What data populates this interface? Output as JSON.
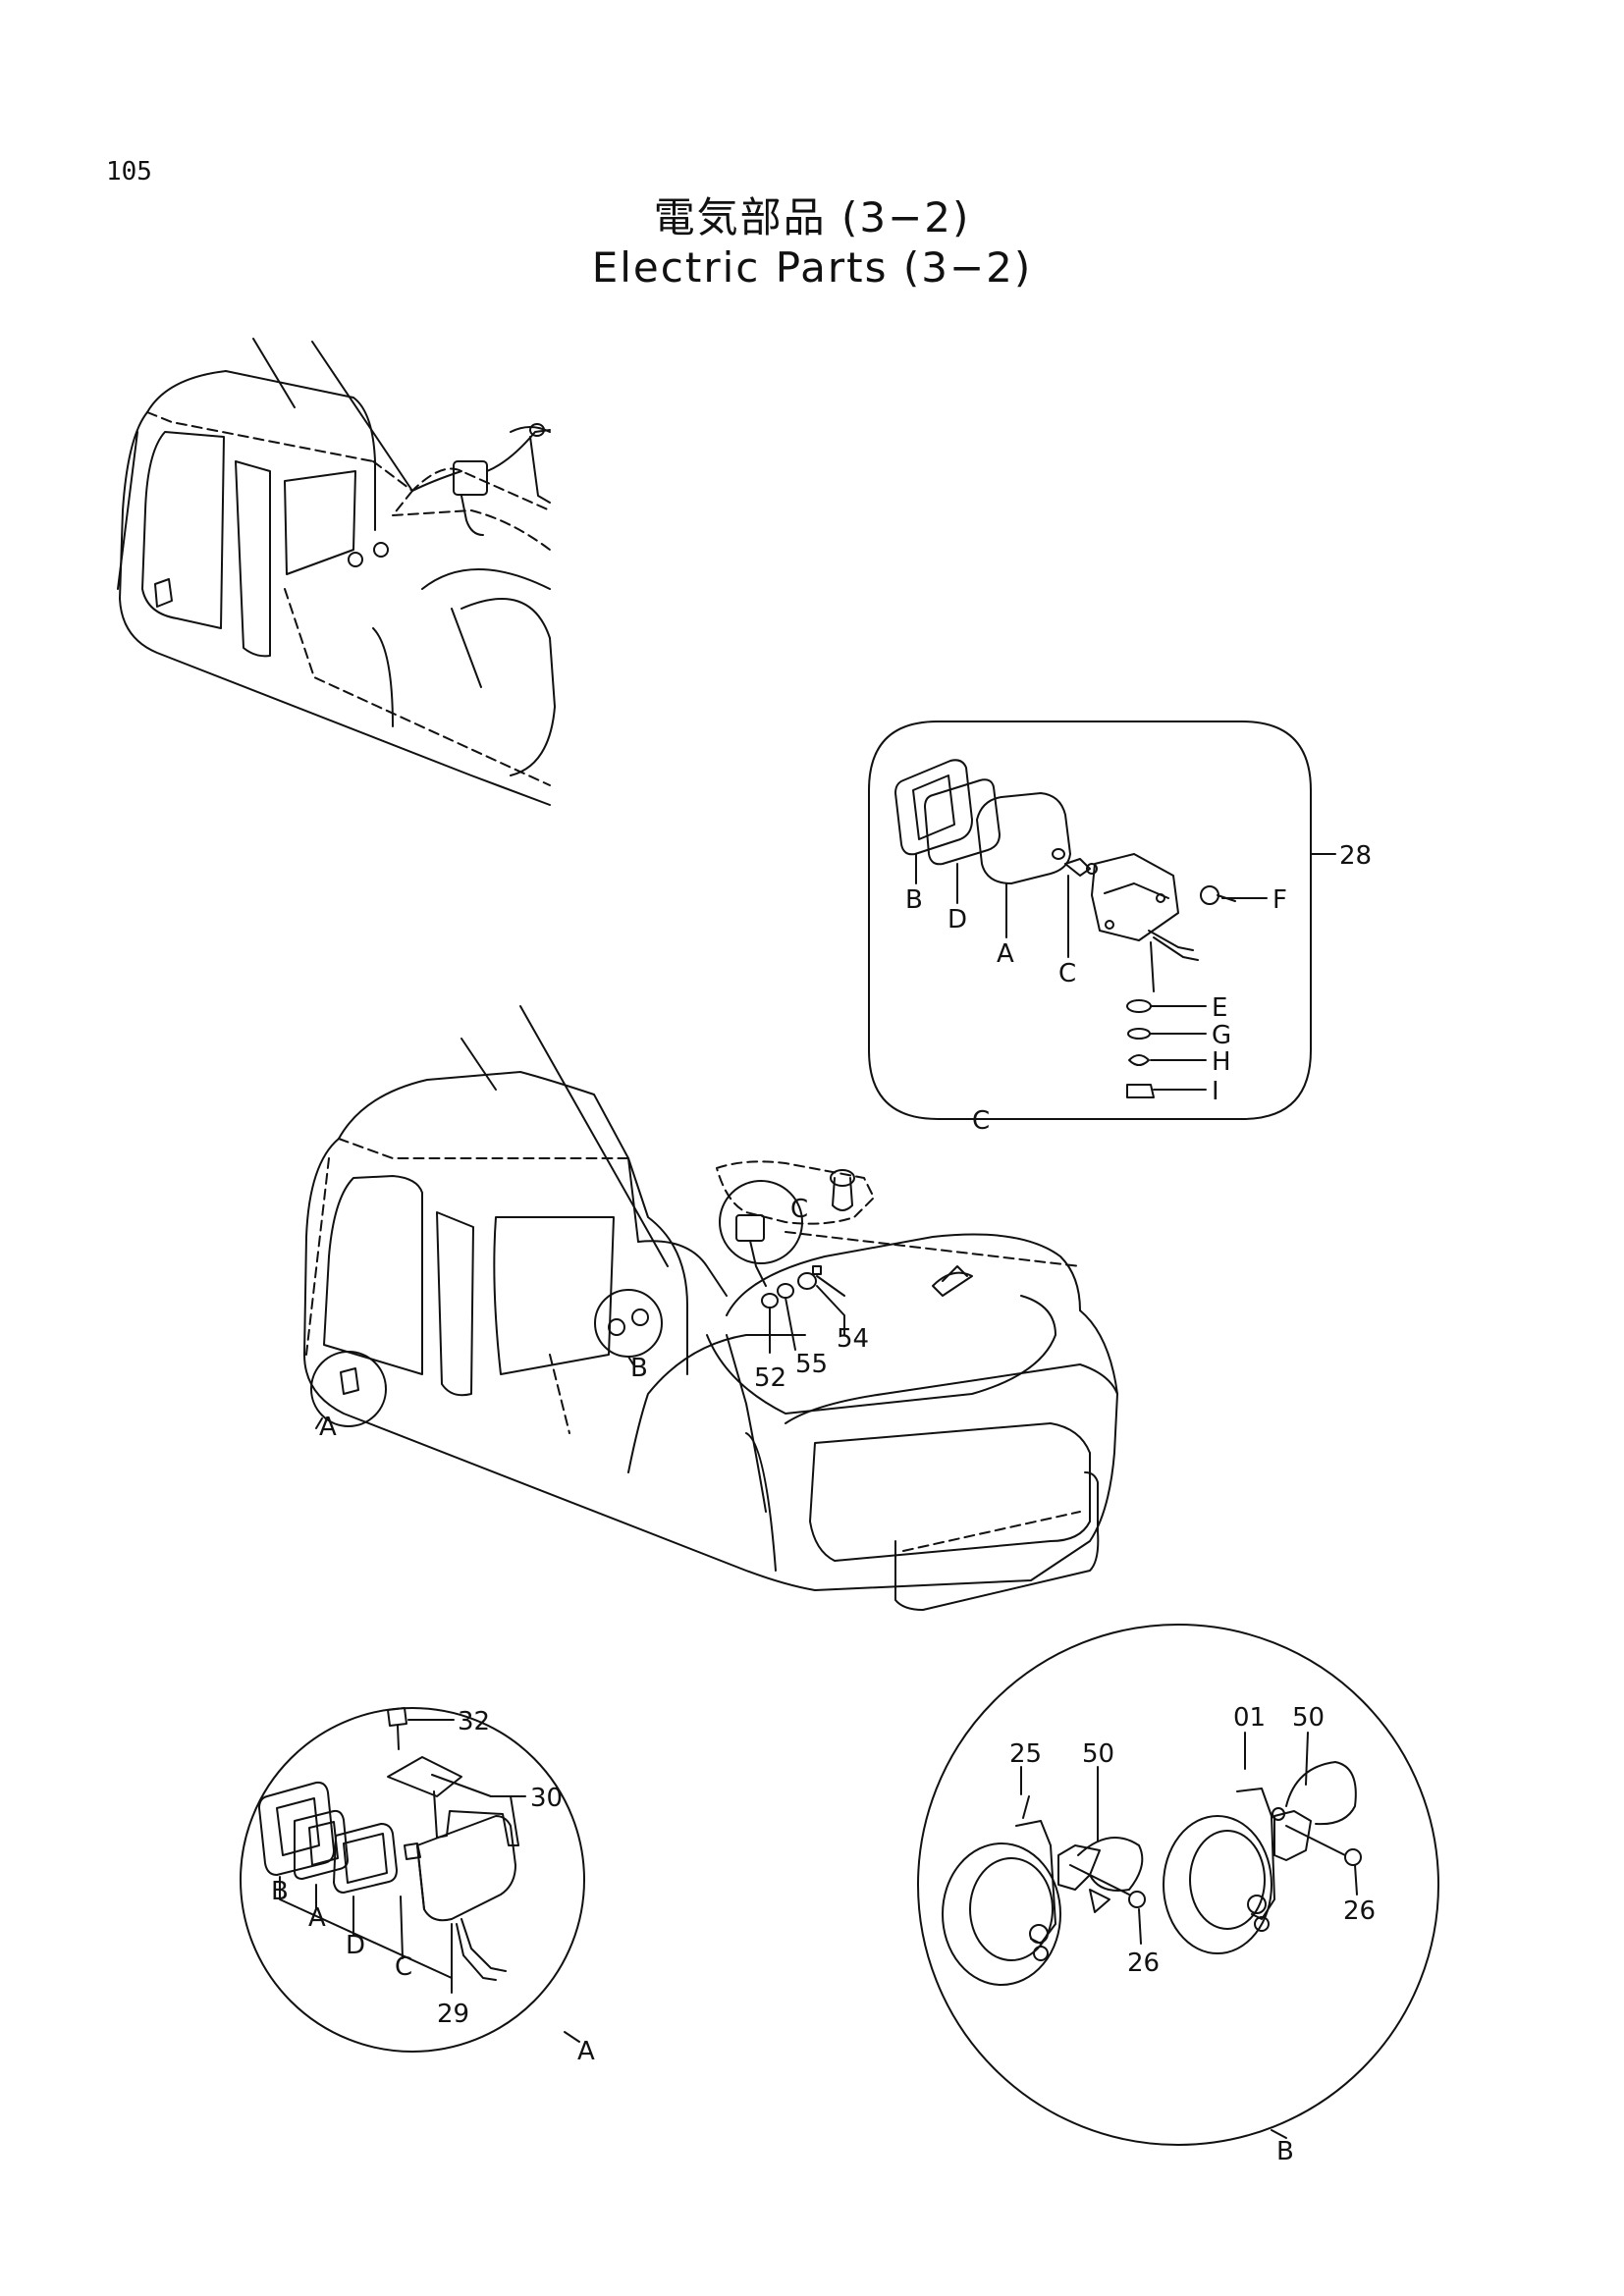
{
  "page": {
    "number": "105",
    "title_jp": "電気部品 (3−2)",
    "title_en": "Electric Parts (3−2)"
  },
  "callouts": {
    "detail_c": {
      "group_ref": "28",
      "parts": [
        "B",
        "D",
        "A",
        "C",
        "F",
        "E",
        "G",
        "H",
        "I"
      ],
      "label": "C"
    },
    "main_view": {
      "parts": [
        "C",
        "B",
        "A",
        "52",
        "55",
        "54"
      ]
    },
    "detail_a": {
      "label": "A",
      "parts": [
        "32",
        "30",
        "B",
        "A",
        "D",
        "C",
        "29"
      ]
    },
    "detail_b": {
      "label": "B",
      "parts": [
        "25",
        "50",
        "01",
        "50",
        "26",
        "26"
      ]
    }
  }
}
